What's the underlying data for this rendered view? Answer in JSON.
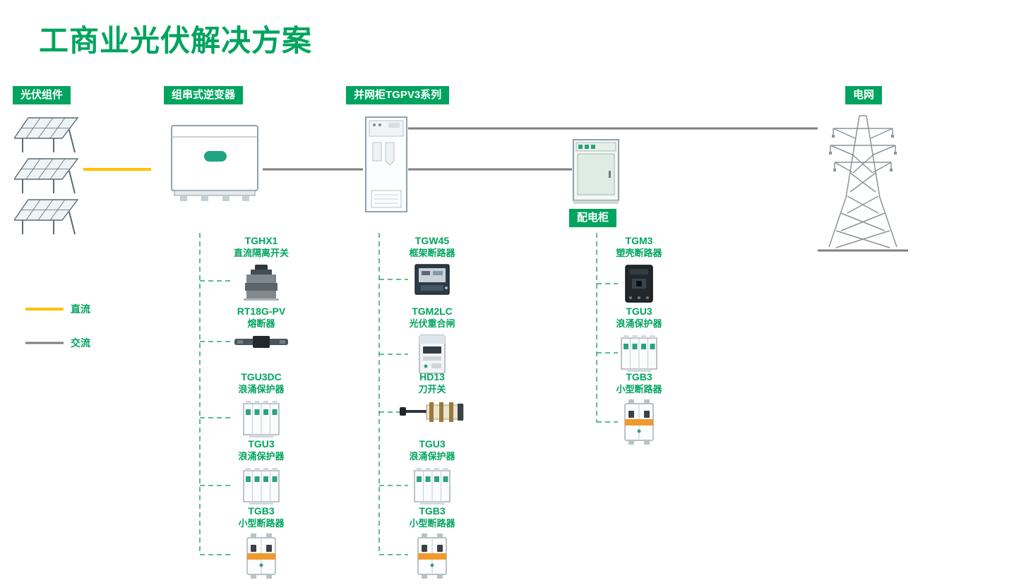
{
  "title": "工商业光伏解决方案",
  "nodes": {
    "pv_modules": {
      "label": "光伏组件"
    },
    "inverter": {
      "label": "组串式逆变器"
    },
    "grid_cabinet": {
      "label": "并网柜TGPV3系列"
    },
    "dist_cabinet": {
      "label": "配电柜"
    },
    "grid": {
      "label": "电网"
    }
  },
  "legend": {
    "dc_label": "直流",
    "ac_label": "交流"
  },
  "colors": {
    "brand_green": "#00a45f",
    "dc_line_yellow": "#ffc000",
    "ac_line_gray": "#7f7f7f",
    "breaker_orange": "#f09a2e"
  },
  "chains": {
    "inverter_chain": {
      "items": [
        {
          "model": "TGHX1",
          "name": "直流隔离开关",
          "icon": "dc-isolator-switch-icon"
        },
        {
          "model": "RT18G-PV",
          "name": "熔断器",
          "icon": "fuse-icon"
        },
        {
          "model": "TGU3DC",
          "name": "浪涌保护器",
          "icon": "surge-protector-icon"
        },
        {
          "model": "TGU3",
          "name": "浪涌保护器",
          "icon": "surge-protector-icon"
        },
        {
          "model": "TGB3",
          "name": "小型断路器",
          "icon": "miniature-circuit-breaker-icon"
        }
      ]
    },
    "grid_cabinet_chain": {
      "items": [
        {
          "model": "TGW45",
          "name": "框架断路器",
          "icon": "air-circuit-breaker-icon"
        },
        {
          "model": "TGM2LC",
          "name": "光伏重合闸",
          "icon": "pv-recloser-icon"
        },
        {
          "model": "HD13",
          "name": "刀开关",
          "icon": "knife-switch-icon"
        },
        {
          "model": "TGU3",
          "name": "浪涌保护器",
          "icon": "surge-protector-icon"
        },
        {
          "model": "TGB3",
          "name": "小型断路器",
          "icon": "miniature-circuit-breaker-icon"
        }
      ]
    },
    "dist_cabinet_chain": {
      "items": [
        {
          "model": "TGM3",
          "name": "塑壳断路器",
          "icon": "molded-case-circuit-breaker-icon"
        },
        {
          "model": "TGU3",
          "name": "浪涌保护器",
          "icon": "surge-protector-icon"
        },
        {
          "model": "TGB3",
          "name": "小型断路器",
          "icon": "miniature-circuit-breaker-icon"
        }
      ]
    }
  }
}
